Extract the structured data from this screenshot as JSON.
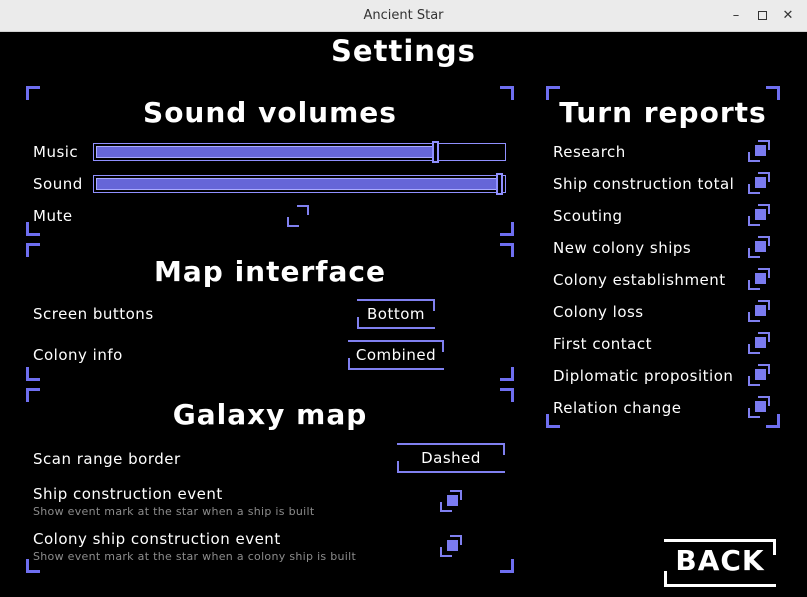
{
  "window": {
    "title": "Ancient Star",
    "minimize": "–",
    "close": "✕"
  },
  "page": {
    "title": "Settings"
  },
  "sound": {
    "title": "Sound volumes",
    "music_label": "Music",
    "music_level": 0.84,
    "sound_label": "Sound",
    "sound_level": 1.0,
    "mute_label": "Mute",
    "mute_checked": false
  },
  "map_interface": {
    "title": "Map interface",
    "screen_buttons_label": "Screen buttons",
    "screen_buttons_value": "Bottom",
    "colony_info_label": "Colony info",
    "colony_info_value": "Combined"
  },
  "galaxy_map": {
    "title": "Galaxy map",
    "scan_range_label": "Scan range border",
    "scan_range_value": "Dashed",
    "ship_event_label": "Ship construction event",
    "ship_event_desc": "Show event mark at the star when a ship is built",
    "ship_event_checked": true,
    "colony_event_label": "Colony ship construction event",
    "colony_event_desc": "Show event mark at the star when a colony ship is built",
    "colony_event_checked": true
  },
  "turn_reports": {
    "title": "Turn reports",
    "items": [
      {
        "label": "Research",
        "checked": true
      },
      {
        "label": "Ship construction total",
        "checked": true
      },
      {
        "label": "Scouting",
        "checked": true
      },
      {
        "label": "New colony ships",
        "checked": true
      },
      {
        "label": "Colony establishment",
        "checked": true
      },
      {
        "label": "Colony loss",
        "checked": true
      },
      {
        "label": "First contact",
        "checked": true
      },
      {
        "label": "Diplomatic proposition",
        "checked": true
      },
      {
        "label": "Relation change",
        "checked": true
      }
    ]
  },
  "back": {
    "label": "BACK"
  },
  "colors": {
    "accent": "#6f6ff0",
    "fill": "#6666d8",
    "background": "#000000"
  }
}
